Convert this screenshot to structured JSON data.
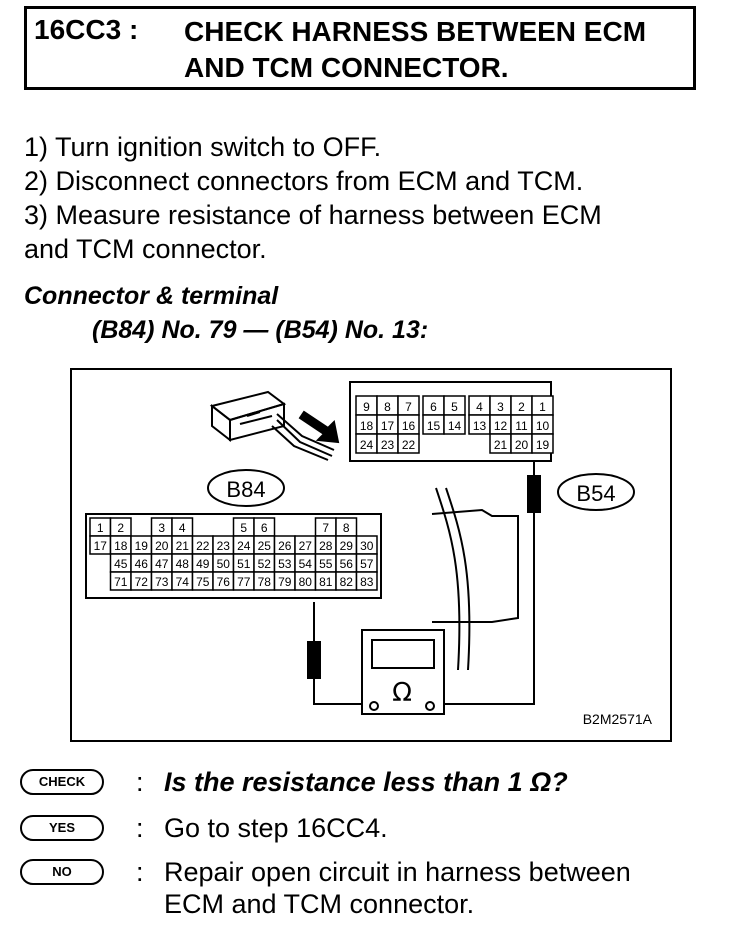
{
  "header": {
    "code": "16CC3 :",
    "title": "CHECK HARNESS BETWEEN ECM\nAND TCM CONNECTOR."
  },
  "steps": [
    "1)  Turn ignition switch to OFF.",
    "2)  Disconnect connectors from ECM and TCM.",
    "3)  Measure resistance of harness between ECM",
    "and TCM connector."
  ],
  "connector_terminal": {
    "line1": "Connector & terminal",
    "line2": "(B84) No. 79 — (B54) No. 13:"
  },
  "diagram": {
    "b84_label": "B84",
    "b54_label": "B54",
    "meter_symbol": "Ω",
    "figure_id": "B2M2571A",
    "b54_rows": [
      [
        "9",
        "8",
        "7",
        "6",
        "5",
        "4",
        "3",
        "2",
        "1"
      ],
      [
        "18",
        "17",
        "16",
        "15",
        "14",
        "13",
        "12",
        "11",
        "10"
      ],
      [
        "24",
        "23",
        "22",
        "",
        "",
        "",
        "21",
        "20",
        "19"
      ]
    ],
    "b84_rows": [
      [
        "1",
        "2",
        "3",
        "4",
        "5",
        "6",
        "7",
        "8"
      ],
      [
        "17",
        "18",
        "19",
        "20",
        "21",
        "22",
        "23",
        "24",
        "25",
        "26",
        "27",
        "28",
        "29",
        "30"
      ],
      [
        "45",
        "46",
        "47",
        "48",
        "49",
        "50",
        "51",
        "52",
        "53",
        "54",
        "55",
        "56",
        "57"
      ],
      [
        "71",
        "72",
        "73",
        "74",
        "75",
        "76",
        "77",
        "78",
        "79",
        "80",
        "81",
        "82",
        "83"
      ]
    ]
  },
  "check": {
    "badge": "CHECK",
    "question": "Is the resistance less than 1 Ω?"
  },
  "yes": {
    "badge": "YES",
    "answer": "Go to step 16CC4."
  },
  "no": {
    "badge": "NO",
    "answer": "Repair open circuit in harness between\nECM and TCM connector."
  }
}
